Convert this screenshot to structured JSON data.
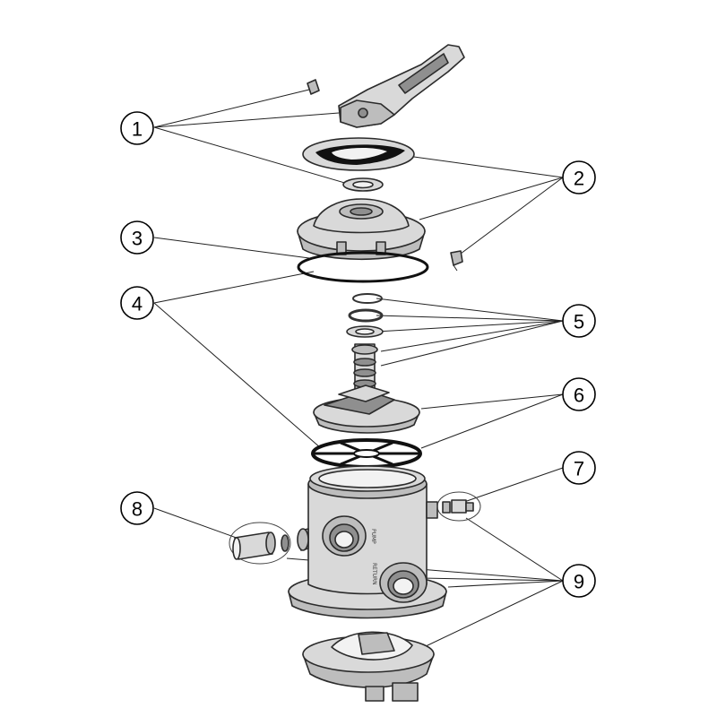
{
  "callouts": [
    {
      "label": "1"
    },
    {
      "label": "2"
    },
    {
      "label": "3"
    },
    {
      "label": "4"
    },
    {
      "label": "5"
    },
    {
      "label": "6"
    },
    {
      "label": "7"
    },
    {
      "label": "8"
    },
    {
      "label": "9"
    }
  ],
  "port_labels": {
    "pump": "PUMP",
    "return": "RETURN"
  },
  "colors": {
    "line": "#222222",
    "part_light": "#d9d9d9",
    "part_mid": "#bdbdbd",
    "part_dark": "#8f8f8f",
    "gasket": "#111111"
  }
}
